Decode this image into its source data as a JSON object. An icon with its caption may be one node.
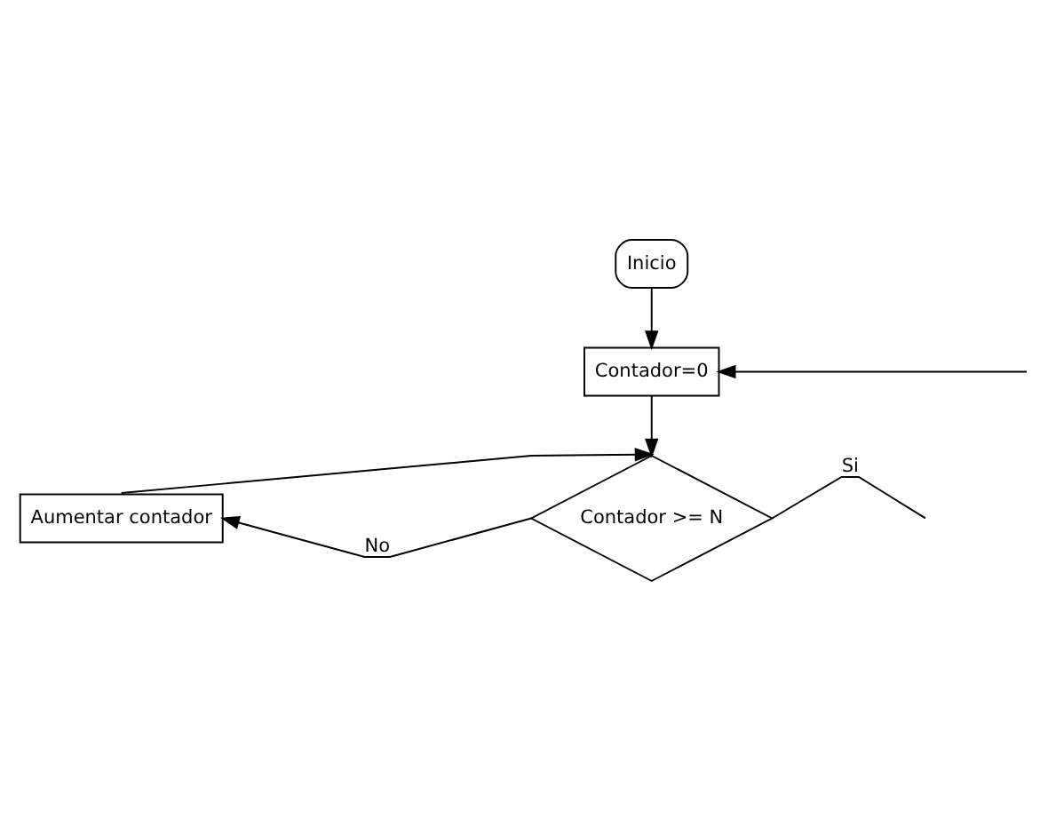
{
  "diagram": {
    "nodes": [
      {
        "text": [
          "Inicio"
        ]
      },
      {
        "text": [
          "Contador=0"
        ]
      },
      {
        "text": [
          "Contador >= N"
        ]
      },
      {
        "text": [
          "Aumentar contador"
        ]
      }
    ],
    "edges": [
      {
        "from": 0,
        "to": 1,
        "arrow": "to"
      },
      {
        "from": 1,
        "to": 2,
        "arrow": "to"
      },
      {
        "from": 2,
        "to": 3,
        "arrow": "to",
        "label": "No"
      },
      {
        "from": 3,
        "to": 2,
        "arrow": "to"
      },
      {
        "from": 2,
        "to": null,
        "arrow": "none",
        "label": "Si"
      },
      {
        "from": null,
        "to": 1,
        "arrow": "to"
      }
    ]
  }
}
